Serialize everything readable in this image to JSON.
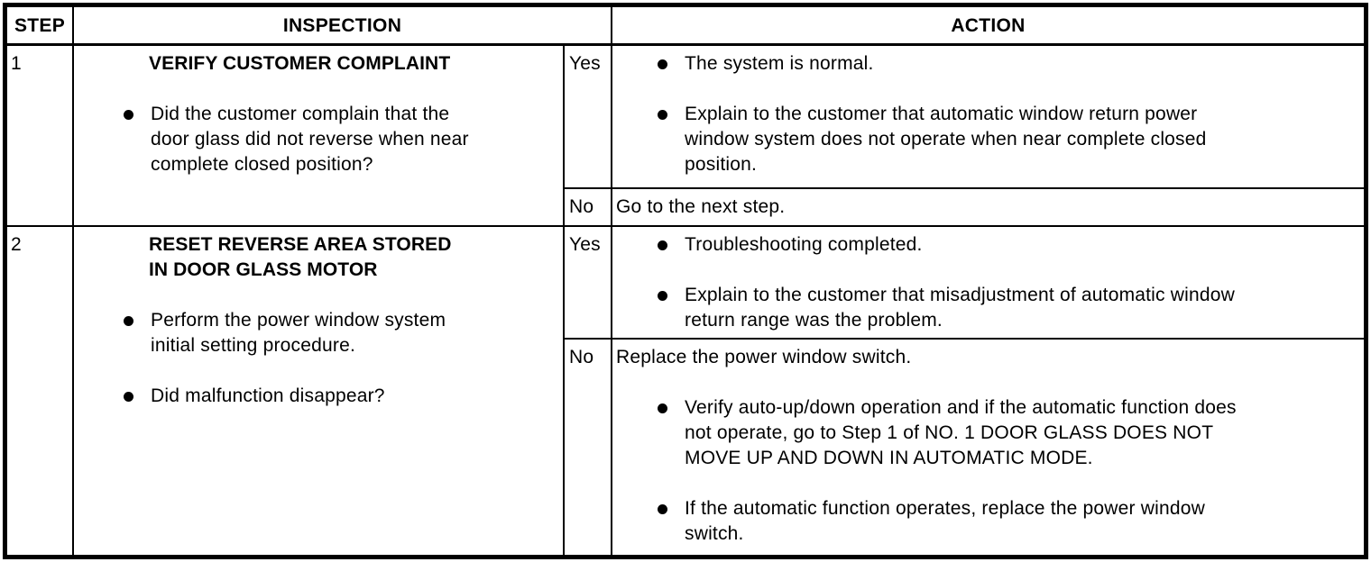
{
  "colors": {
    "ink": "#000000",
    "paper": "#ffffff"
  },
  "icons": {
    "bullet": "filled-circle"
  },
  "table": {
    "headers": {
      "step": "STEP",
      "inspection": "INSPECTION",
      "action": "ACTION"
    },
    "rows": [
      {
        "step": "1",
        "inspection": {
          "title": "VERIFY CUSTOMER COMPLAINT",
          "bullets": [
            "Did the customer complain that the\ndoor glass did not reverse when near\ncomplete closed position?"
          ]
        },
        "branches": [
          {
            "label": "Yes",
            "intro": "",
            "bullets": [
              "The system is normal.",
              "Explain to the customer that automatic window return power\nwindow system does not operate when near complete closed\nposition."
            ]
          },
          {
            "label": "No",
            "intro": "Go to the next step.",
            "bullets": []
          }
        ]
      },
      {
        "step": "2",
        "inspection": {
          "title": "RESET REVERSE AREA STORED\nIN DOOR GLASS MOTOR",
          "bullets": [
            "Perform the power window system\ninitial setting procedure.",
            "Did malfunction disappear?"
          ]
        },
        "branches": [
          {
            "label": "Yes",
            "intro": "",
            "bullets": [
              "Troubleshooting completed.",
              "Explain to the customer that misadjustment of automatic window\nreturn range was the problem."
            ]
          },
          {
            "label": "No",
            "intro": "Replace the power window switch.",
            "bullets": [
              "Verify auto-up/down operation and if the automatic function does\nnot operate, go to Step 1 of NO. 1 DOOR GLASS DOES NOT\nMOVE UP AND DOWN IN AUTOMATIC MODE.",
              "If the automatic function operates, replace the power window\nswitch."
            ]
          }
        ]
      }
    ]
  }
}
